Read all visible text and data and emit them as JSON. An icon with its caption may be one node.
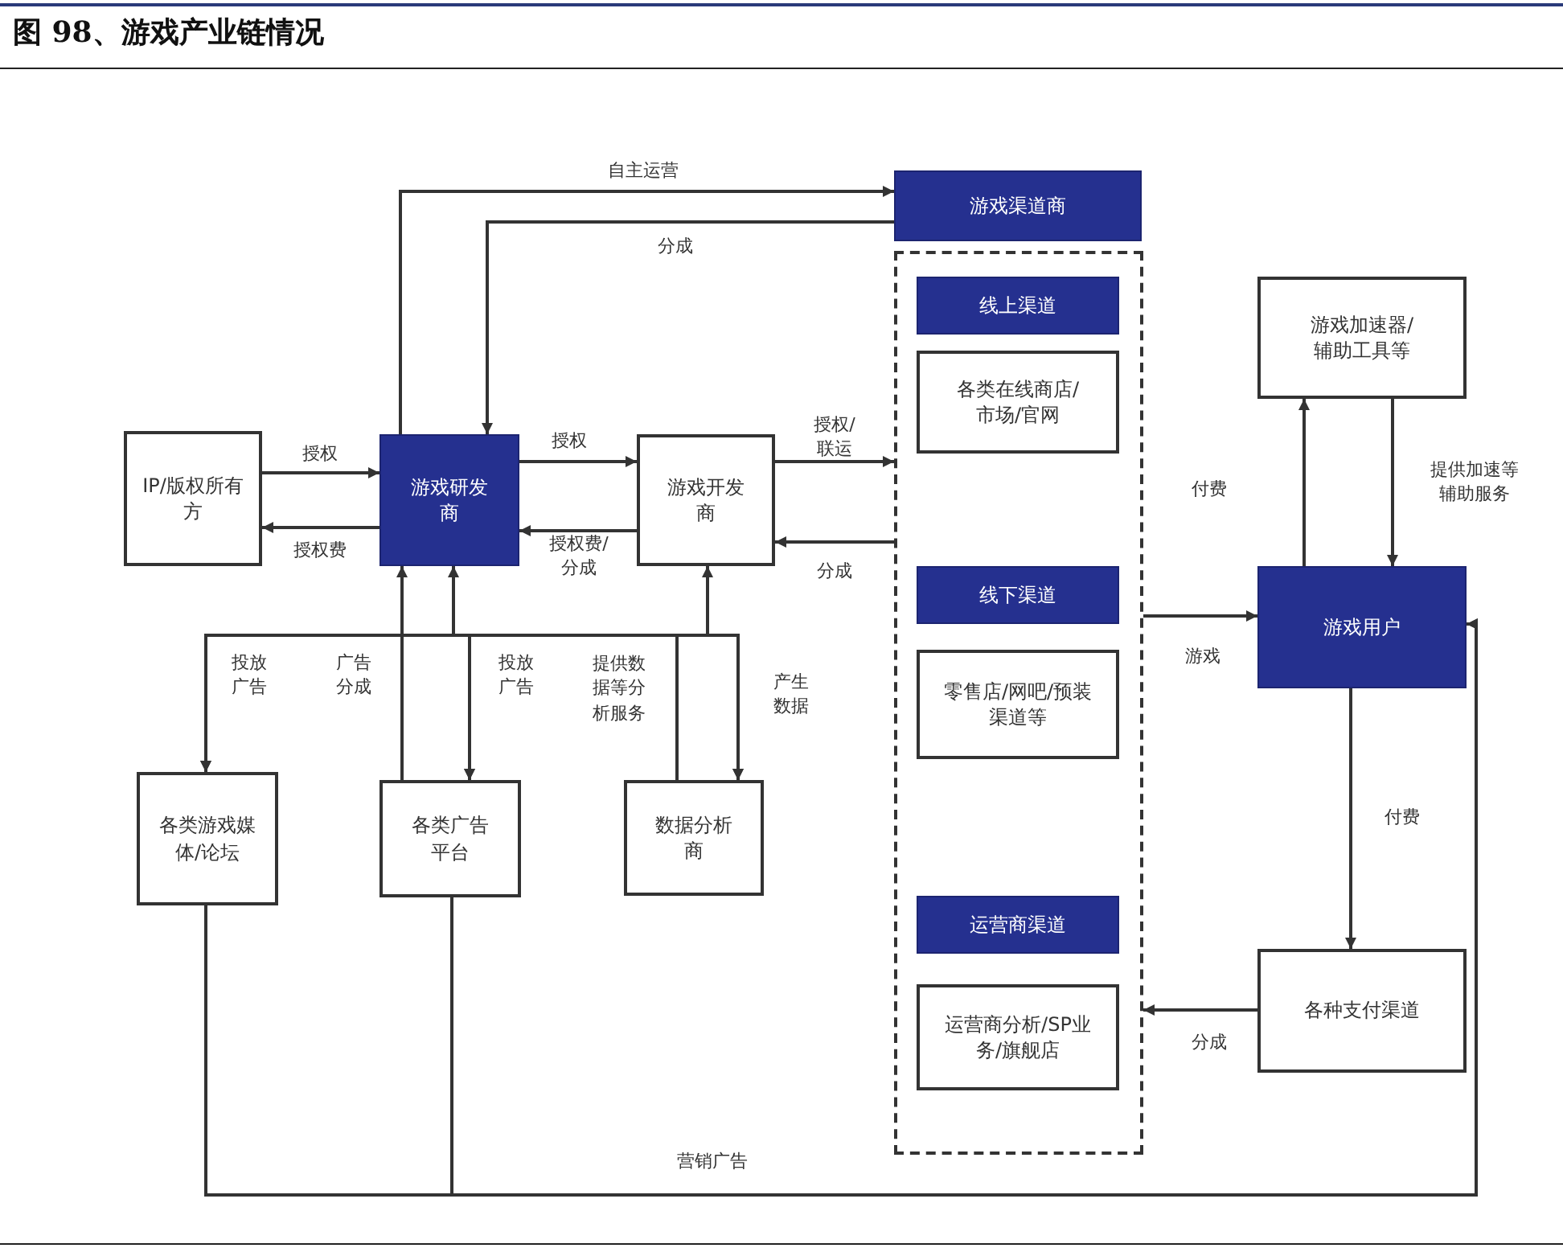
{
  "diagram": {
    "title": "图 98、游戏产业链情况",
    "nodes": [
      {
        "text": [
          "游戏渠道商"
        ]
      },
      {
        "text": [],
        "shape": "box"
      },
      {
        "text": [
          "线上渠道"
        ],
        "in": 1
      },
      {
        "text": [
          "各类在线商店/市场/官网"
        ],
        "in": 1
      },
      {
        "text": [
          "线下渠道"
        ],
        "in": 1
      },
      {
        "text": [
          "零售店/网吧/预装渠道等"
        ],
        "in": 1
      },
      {
        "text": [
          "运营商渠道"
        ],
        "in": 1
      },
      {
        "text": [
          "运营商分析/SP业务/旗舰店"
        ],
        "in": 1
      },
      {
        "text": [
          "IP/版权所有方"
        ]
      },
      {
        "text": [
          "游戏研发商"
        ]
      },
      {
        "text": [
          "游戏开发商"
        ]
      },
      {
        "text": [
          "游戏加速器/辅助工具等"
        ]
      },
      {
        "text": [
          "游戏用户"
        ]
      },
      {
        "text": [
          "各类游戏媒体/论坛"
        ]
      },
      {
        "text": [
          "各类广告平台"
        ]
      },
      {
        "text": [
          "数据分析商"
        ]
      },
      {
        "text": [
          "各种支付渠道"
        ]
      }
    ],
    "edges": [
      {
        "from": 9,
        "to": 0,
        "arrow": "to",
        "label": "自主运营"
      },
      {
        "from": 0,
        "to": 9,
        "arrow": "to",
        "label": "分成"
      },
      {
        "from": 8,
        "to": 9,
        "arrow": "to",
        "label": "授权"
      },
      {
        "from": 9,
        "to": 8,
        "arrow": "to",
        "label": "授权费"
      },
      {
        "from": 9,
        "to": 10,
        "arrow": "to",
        "label": "授权"
      },
      {
        "from": 10,
        "to": 9,
        "arrow": "to",
        "label": "授权费/分成"
      },
      {
        "from": 10,
        "to": 1,
        "arrow": "to",
        "label": "授权/联运"
      },
      {
        "from": 1,
        "to": 10,
        "arrow": "to",
        "label": "分成"
      },
      {
        "from": 9,
        "to": 13,
        "arrow": "to",
        "label": "投放广告"
      },
      {
        "from": 10,
        "to": 13,
        "arrow": "to"
      },
      {
        "from": 14,
        "to": 9,
        "arrow": "to",
        "label": "广告分成"
      },
      {
        "from": 9,
        "to": 14,
        "arrow": "to",
        "label": "投放广告"
      },
      {
        "from": 10,
        "to": 14,
        "arrow": "to"
      },
      {
        "from": 15,
        "to": 9,
        "arrow": "to",
        "label": "提供数据等分析服务"
      },
      {
        "from": 15,
        "to": 10,
        "arrow": "to"
      },
      {
        "from": 9,
        "to": 15,
        "arrow": "to",
        "label": "产生数据"
      },
      {
        "from": 10,
        "to": 15,
        "arrow": "to"
      },
      {
        "from": 1,
        "to": 12,
        "arrow": "to",
        "label": "游戏"
      },
      {
        "from": 12,
        "to": 11,
        "arrow": "to",
        "label": "付费"
      },
      {
        "from": 11,
        "to": 12,
        "arrow": "to",
        "label": "提供加速等辅助服务"
      },
      {
        "from": 12,
        "to": 16,
        "arrow": "to",
        "label": "付费"
      },
      {
        "from": 16,
        "to": 1,
        "arrow": "to",
        "label": "分成"
      },
      {
        "from": 13,
        "to": 12,
        "arrow": "to",
        "label": "营销广告"
      },
      {
        "from": 14,
        "to": 12,
        "arrow": "to"
      }
    ]
  }
}
